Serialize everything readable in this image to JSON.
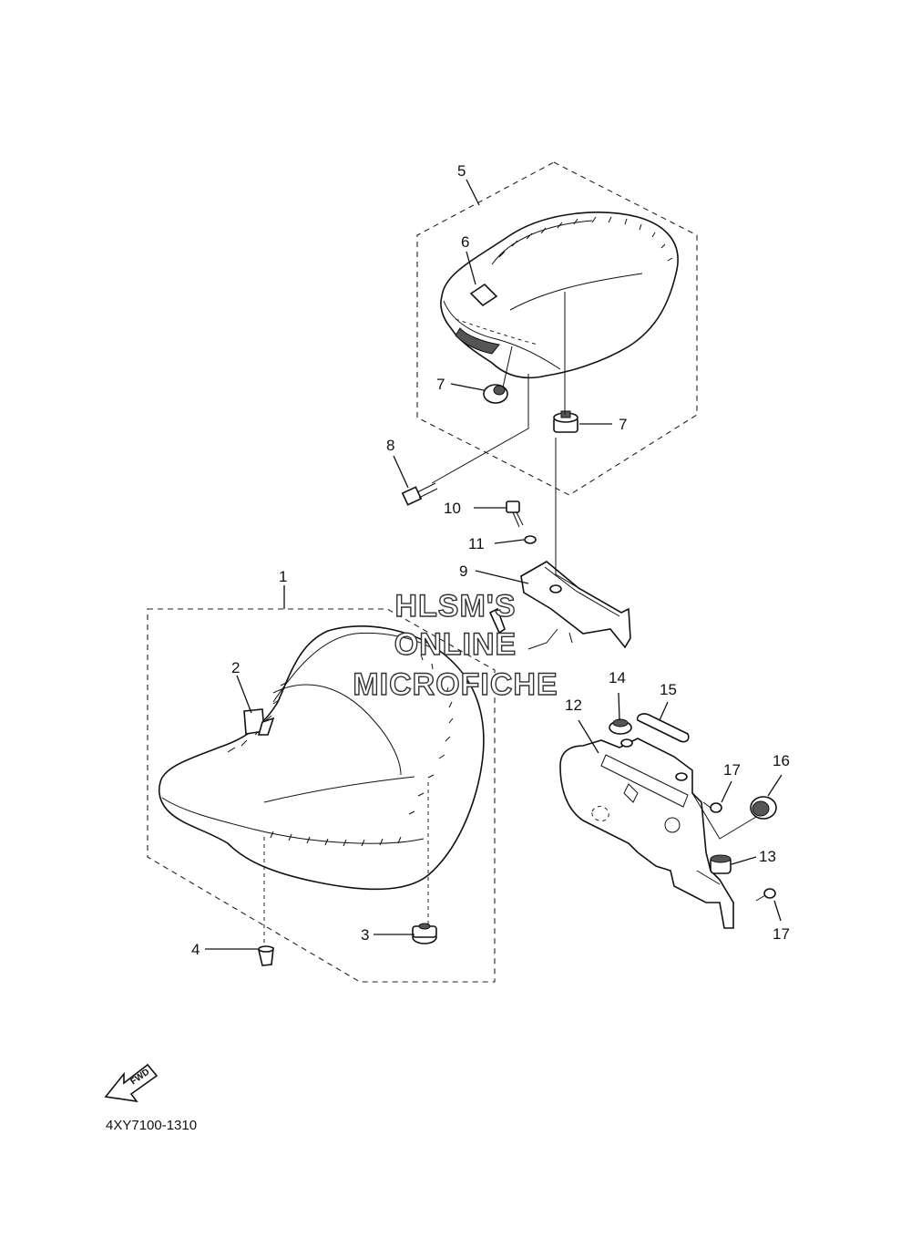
{
  "diagram": {
    "callouts": {
      "c1": "1",
      "c2": "2",
      "c3": "3",
      "c4": "4",
      "c5": "5",
      "c6": "6",
      "c7a": "7",
      "c7b": "7",
      "c8": "8",
      "c9": "9",
      "c10": "10",
      "c11": "11",
      "c12": "12",
      "c13": "13",
      "c14": "14",
      "c15": "15",
      "c16": "16",
      "c17a": "17",
      "c17b": "17"
    },
    "watermark": [
      "HLSM'S",
      "ONLINE",
      "MICROFICHE"
    ],
    "fwd_label": "FWD",
    "diagram_code": "4XY7100-1310"
  }
}
